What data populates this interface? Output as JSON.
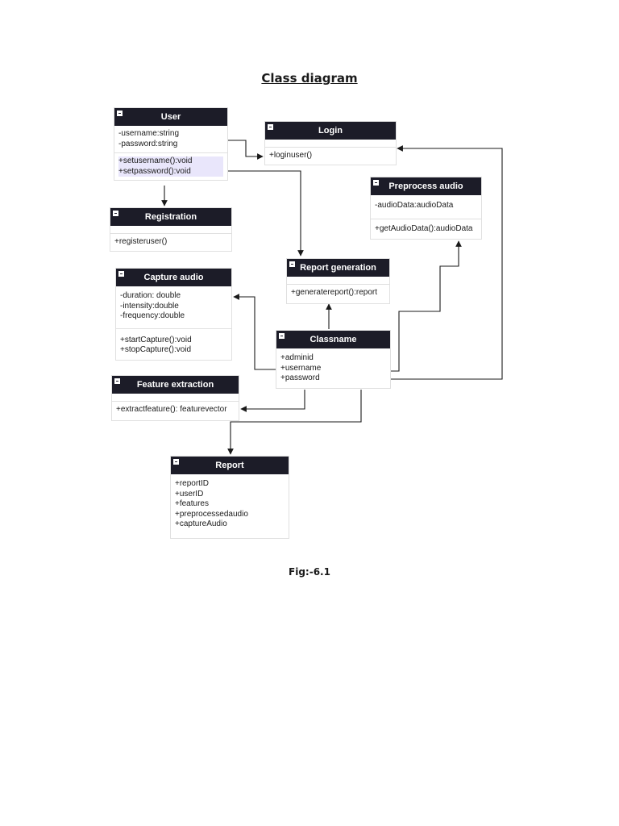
{
  "title": "Class diagram",
  "caption": "Fig:-6.1",
  "classes": {
    "user": {
      "name": "User",
      "attributes": [
        "-username:string",
        "-password:string"
      ],
      "methods": [
        "+setusername():void",
        "+setpassword():void"
      ]
    },
    "login": {
      "name": "Login",
      "methods": [
        "+loginuser()"
      ]
    },
    "registration": {
      "name": "Registration",
      "methods": [
        "+registeruser()"
      ]
    },
    "preprocess_audio": {
      "name": "Preprocess audio",
      "attributes": [
        "-audioData:audioData"
      ],
      "methods": [
        "+getAudioData():audioData"
      ]
    },
    "report_generation": {
      "name": "Report generation",
      "methods": [
        "+generatereport():report"
      ]
    },
    "capture_audio": {
      "name": "Capture audio",
      "attributes": [
        "-duration: double",
        "-intensity:double",
        "-frequency:double"
      ],
      "methods": [
        "+startCapture():void",
        "+stopCapture():void"
      ]
    },
    "classname": {
      "name": "Classname",
      "attributes": [
        "+adminid",
        "+username",
        "+password"
      ]
    },
    "feature_extraction": {
      "name": "Feature extraction",
      "methods": [
        "+extractfeature(): featurevector"
      ]
    },
    "report": {
      "name": "Report",
      "attributes": [
        "+reportID",
        "+userID",
        "+features",
        "+preprocessedaudio",
        "+captureAudio"
      ]
    }
  },
  "colors": {
    "header_bg": "#1c1c28",
    "header_text": "#ffffff",
    "border": "#e0e0e0",
    "highlight": "#e9e6fb",
    "line": "#1a1a1a"
  },
  "icons": {
    "collapse": "minus-square-icon"
  }
}
